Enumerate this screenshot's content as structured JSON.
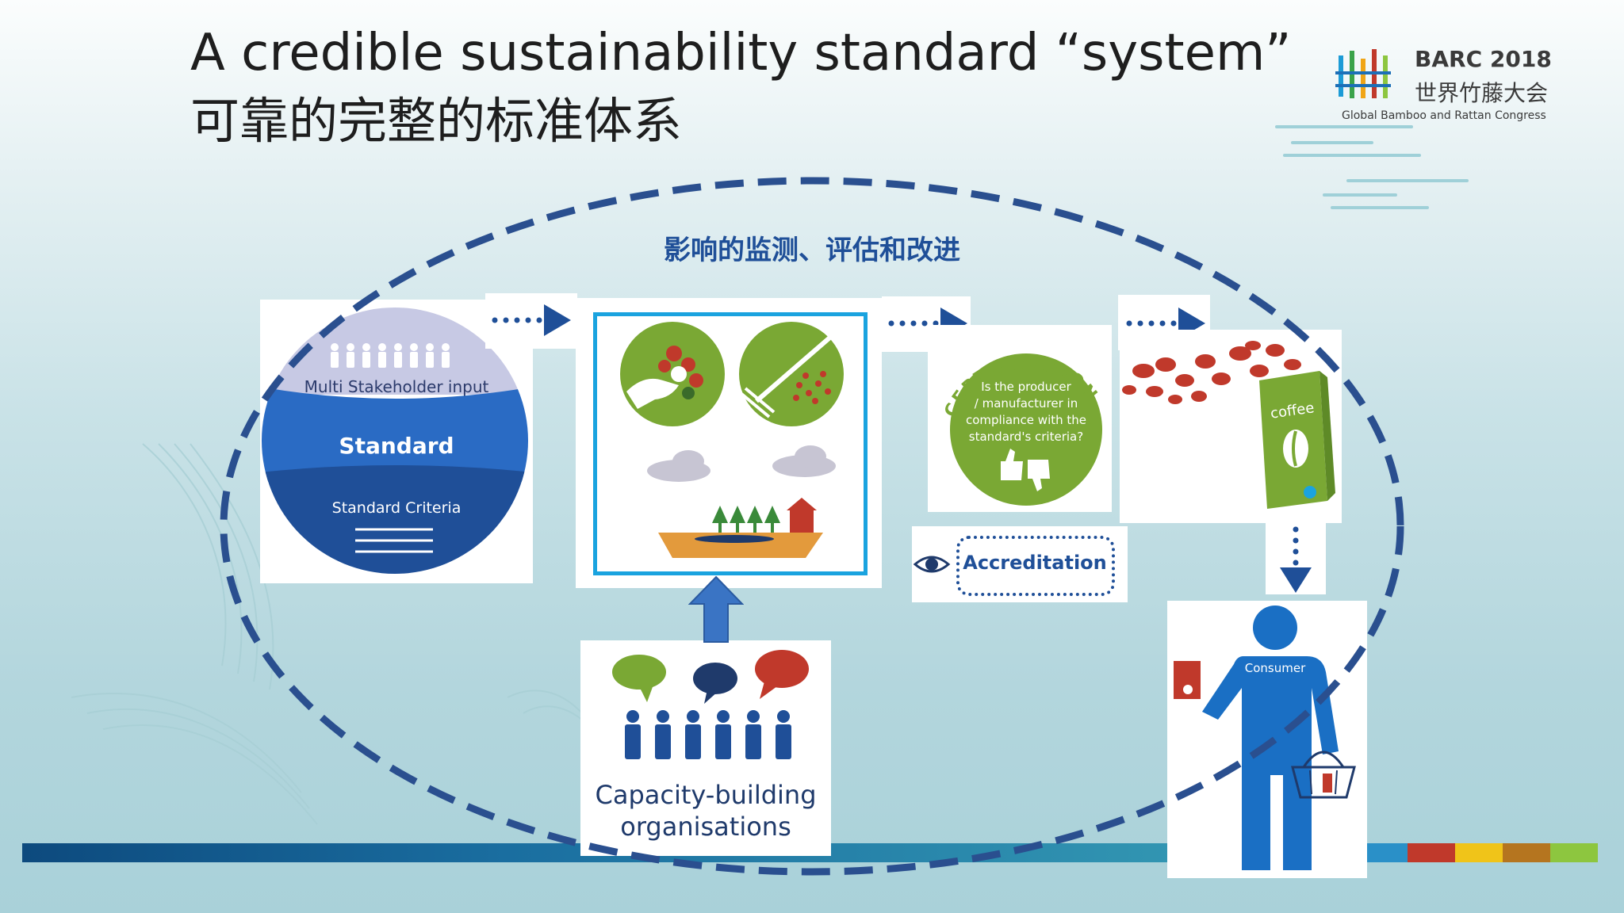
{
  "slide": {
    "title_en": "A credible sustainability standard “system”",
    "title_zh": "可靠的完整的标准体系"
  },
  "logo": {
    "name": "BARC 2018",
    "name_zh": "世界竹藤大会",
    "tagline": "Global Bamboo and Rattan Congress"
  },
  "cycle": {
    "loop_label": "影响的监测、评估和改进"
  },
  "standard": {
    "stakeholder_label": "Multi Stakeholder input",
    "standard_label": "Standard",
    "criteria_label": "Standard Criteria"
  },
  "certification": {
    "arc_label": "CERTIFICATION",
    "question": [
      "Is the producer",
      "/ manufacturer in",
      "compliance with the",
      "standard's criteria?"
    ]
  },
  "accreditation": {
    "label": "Accreditation"
  },
  "product": {
    "label": "coffee"
  },
  "capacity": {
    "label_line1": "Capacity-building",
    "label_line2": "organisations"
  },
  "consumer": {
    "label": "Consumer"
  },
  "colors": {
    "navy_dashed": "#2a4f8f",
    "arrow_navy": "#1f4f98",
    "green": "#7aa834",
    "blue_circle": "#2a6bc4",
    "dark_blue": "#1f4f98",
    "highlight_border": "#1aa3df",
    "bar_teal": "#3aa3b8",
    "bar_red": "#c0392b",
    "bar_yellow": "#f0c419",
    "bar_brown": "#b5751f",
    "bar_green": "#8dc63f",
    "logo_blue": "#1c6fb7"
  },
  "icons": [
    "people-icon",
    "hand-beans-icon",
    "rake-beans-icon",
    "cloud-icon",
    "cargo-ship-icon",
    "speech-bubble-icon",
    "eye-icon",
    "thumbs-icon",
    "coffee-beans-icon",
    "coffee-bag-icon",
    "basket-icon",
    "upload-arrow-icon"
  ]
}
